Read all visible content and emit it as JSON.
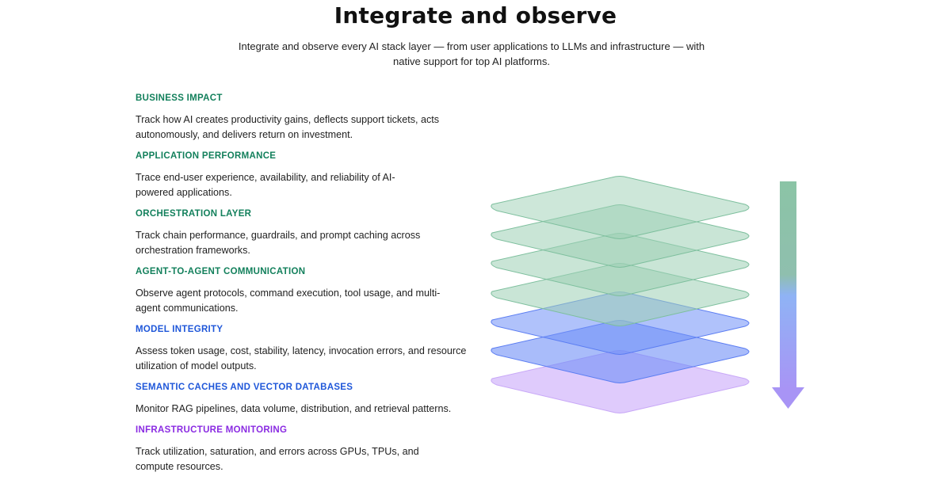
{
  "header": {
    "title": "Integrate and observe",
    "subtitle": "Integrate and observe every AI stack layer — from user applications to LLMs and infrastructure — with native support for top AI platforms."
  },
  "sections": [
    {
      "heading": "BUSINESS IMPACT",
      "text": "Track how AI creates productivity gains, deflects support tickets, acts autonomously, and delivers return on investment.",
      "color": "#13805c"
    },
    {
      "heading": "APPLICATION PERFORMANCE",
      "text": "Trace end-user experience, availability, and reliability of AI-powered applications.",
      "color": "#13805c"
    },
    {
      "heading": "ORCHESTRATION LAYER",
      "text": "Track chain performance, guardrails, and prompt caching across orchestration frameworks.",
      "color": "#13805c"
    },
    {
      "heading": "AGENT-TO-AGENT COMMUNICATION",
      "text": "Observe agent protocols, command execution, tool usage, and multi-agent communications.",
      "color": "#13805c"
    },
    {
      "heading": "MODEL INTEGRITY",
      "text": "Assess token usage, cost, stability, latency, invocation errors, and resource utilization of model outputs.",
      "color": "#1f57d9"
    },
    {
      "heading": "SEMANTIC CACHES AND VECTOR DATABASES",
      "text": "Monitor RAG pipelines, data volume, distribution, and retrieval patterns.",
      "color": "#1f57d9"
    },
    {
      "heading": "INFRASTRUCTURE MONITORING",
      "text": "Track utilization, saturation, and errors across GPUs, TPUs, and compute resources.",
      "color": "#8a2be2"
    }
  ],
  "colors": {
    "green_layer": "#8fc8ab",
    "blue_layer": "#6b8cf7",
    "purple_layer": "#c9a6f7",
    "arrow_top": "#8bc4a6",
    "arrow_bottom": "#a894f5"
  }
}
